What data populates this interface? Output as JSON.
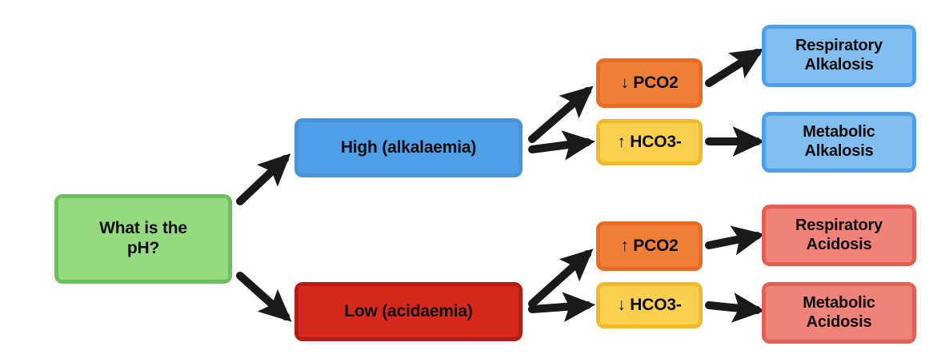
{
  "diagram": {
    "title": "Acid-base (pH) interpretation flowchart",
    "palette": {
      "green": "#95da81",
      "green_border": "#6dbf5e",
      "blue": "#4f9ee8",
      "blue_border": "#4a95d8",
      "red": "#d5291d",
      "red_border": "#b31d16",
      "orange": "#ef7e37",
      "orange_border": "#ea6c23",
      "yellow": "#f8cf4e",
      "yellow_border": "#f1b92c",
      "light_blue": "#82bdef",
      "light_red": "#ef8279",
      "arrow": "#1a1a1a",
      "background": "#ffffff"
    },
    "nodes": {
      "root": {
        "label": "What is the\npH?",
        "color": "green"
      },
      "high": {
        "label": "High (alkalaemia)",
        "color": "blue"
      },
      "low": {
        "label": "Low (acidaemia)",
        "color": "red"
      },
      "pco2_down": {
        "label": "↓ PCO2",
        "arrow_glyph": "↓",
        "analyte": "PCO2",
        "color": "orange"
      },
      "hco3_up": {
        "label": "↑ HCO3-",
        "arrow_glyph": "↑",
        "analyte": "HCO3-",
        "color": "yellow"
      },
      "pco2_up": {
        "label": "↑ PCO2",
        "arrow_glyph": "↑",
        "analyte": "PCO2",
        "color": "orange"
      },
      "hco3_down": {
        "label": "↓ HCO3-",
        "arrow_glyph": "↓",
        "analyte": "HCO3-",
        "color": "yellow"
      },
      "resp_alkalosis": {
        "label": "Respiratory\nAlkalosis",
        "color": "light_blue"
      },
      "met_alkalosis": {
        "label": "Metabolic\nAlkalosis",
        "color": "light_blue"
      },
      "resp_acidosis": {
        "label": "Respiratory\nAcidosis",
        "color": "light_red"
      },
      "met_acidosis": {
        "label": "Metabolic\nAcidosis",
        "color": "light_red"
      }
    },
    "edges": [
      {
        "from": "root",
        "to": "high"
      },
      {
        "from": "root",
        "to": "low"
      },
      {
        "from": "high",
        "to": "pco2_down"
      },
      {
        "from": "high",
        "to": "hco3_up"
      },
      {
        "from": "low",
        "to": "pco2_up"
      },
      {
        "from": "low",
        "to": "hco3_down"
      },
      {
        "from": "pco2_down",
        "to": "resp_alkalosis"
      },
      {
        "from": "hco3_up",
        "to": "met_alkalosis"
      },
      {
        "from": "pco2_up",
        "to": "resp_acidosis"
      },
      {
        "from": "hco3_down",
        "to": "met_acidosis"
      }
    ]
  }
}
